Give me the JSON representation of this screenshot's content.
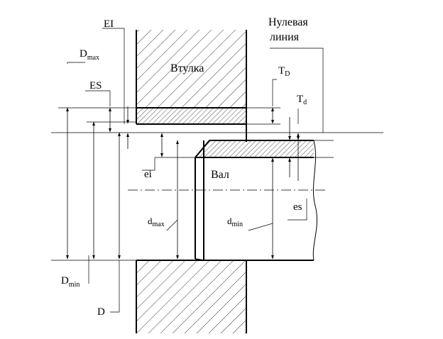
{
  "labels": {
    "EI": "EI",
    "ES": "ES",
    "Dmax": {
      "base": "D",
      "sub": "max"
    },
    "Dmin": {
      "base": "D",
      "sub": "min"
    },
    "D": "D",
    "vtulka": "Втулка",
    "val": "Вал",
    "nulevaya_1": "Нулевая",
    "nulevaya_2": "линия",
    "TD": {
      "base": "T",
      "sub": "D"
    },
    "Td": {
      "base": "T",
      "sub": "d"
    },
    "ei": "ei",
    "es": "es",
    "dmax": {
      "base": "d",
      "sub": "max"
    },
    "dmin": {
      "base": "d",
      "sub": "min"
    }
  }
}
